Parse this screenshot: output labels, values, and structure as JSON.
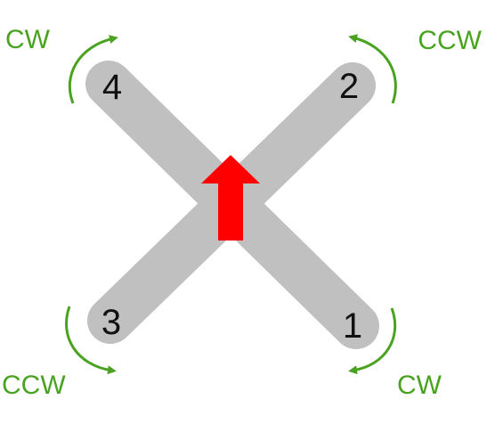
{
  "colors": {
    "arm": "#c0c0c0",
    "rotation": "#4aa320",
    "heading_arrow": "#ff0000",
    "text": "#111111",
    "background": "#ffffff"
  },
  "motors": {
    "front_left": {
      "number": "4",
      "direction": "CW"
    },
    "front_right": {
      "number": "2",
      "direction": "CCW"
    },
    "rear_left": {
      "number": "3",
      "direction": "CCW"
    },
    "rear_right": {
      "number": "1",
      "direction": "CW"
    }
  },
  "icons": {
    "heading": "up-arrow-icon",
    "rotation": "curved-arrow-icon"
  }
}
